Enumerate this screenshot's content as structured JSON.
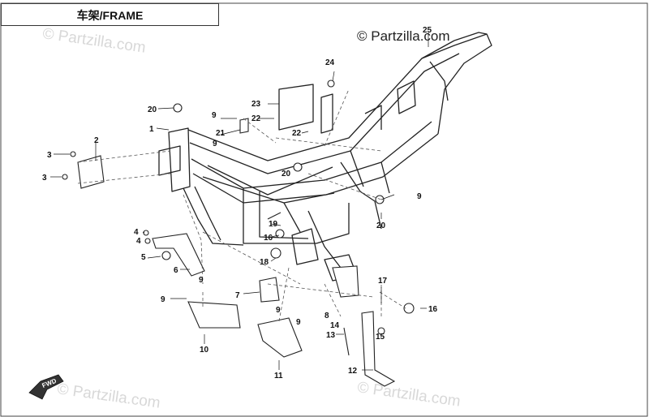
{
  "title": "车架/FRAME",
  "watermark": {
    "main": "© Partzilla.com",
    "faint": [
      "© Partzilla.com",
      "© Partzilla.com",
      "© Partzilla.com"
    ]
  },
  "forward_badge": "FWD",
  "callouts": [
    "1",
    "2",
    "3",
    "3",
    "4",
    "4",
    "5",
    "6",
    "7",
    "8",
    "9",
    "9",
    "9",
    "9",
    "9",
    "9",
    "9",
    "10",
    "11",
    "12",
    "13",
    "14",
    "15",
    "16",
    "16",
    "17",
    "18",
    "19",
    "20",
    "20",
    "20",
    "21",
    "22",
    "22",
    "23",
    "24",
    "25"
  ]
}
